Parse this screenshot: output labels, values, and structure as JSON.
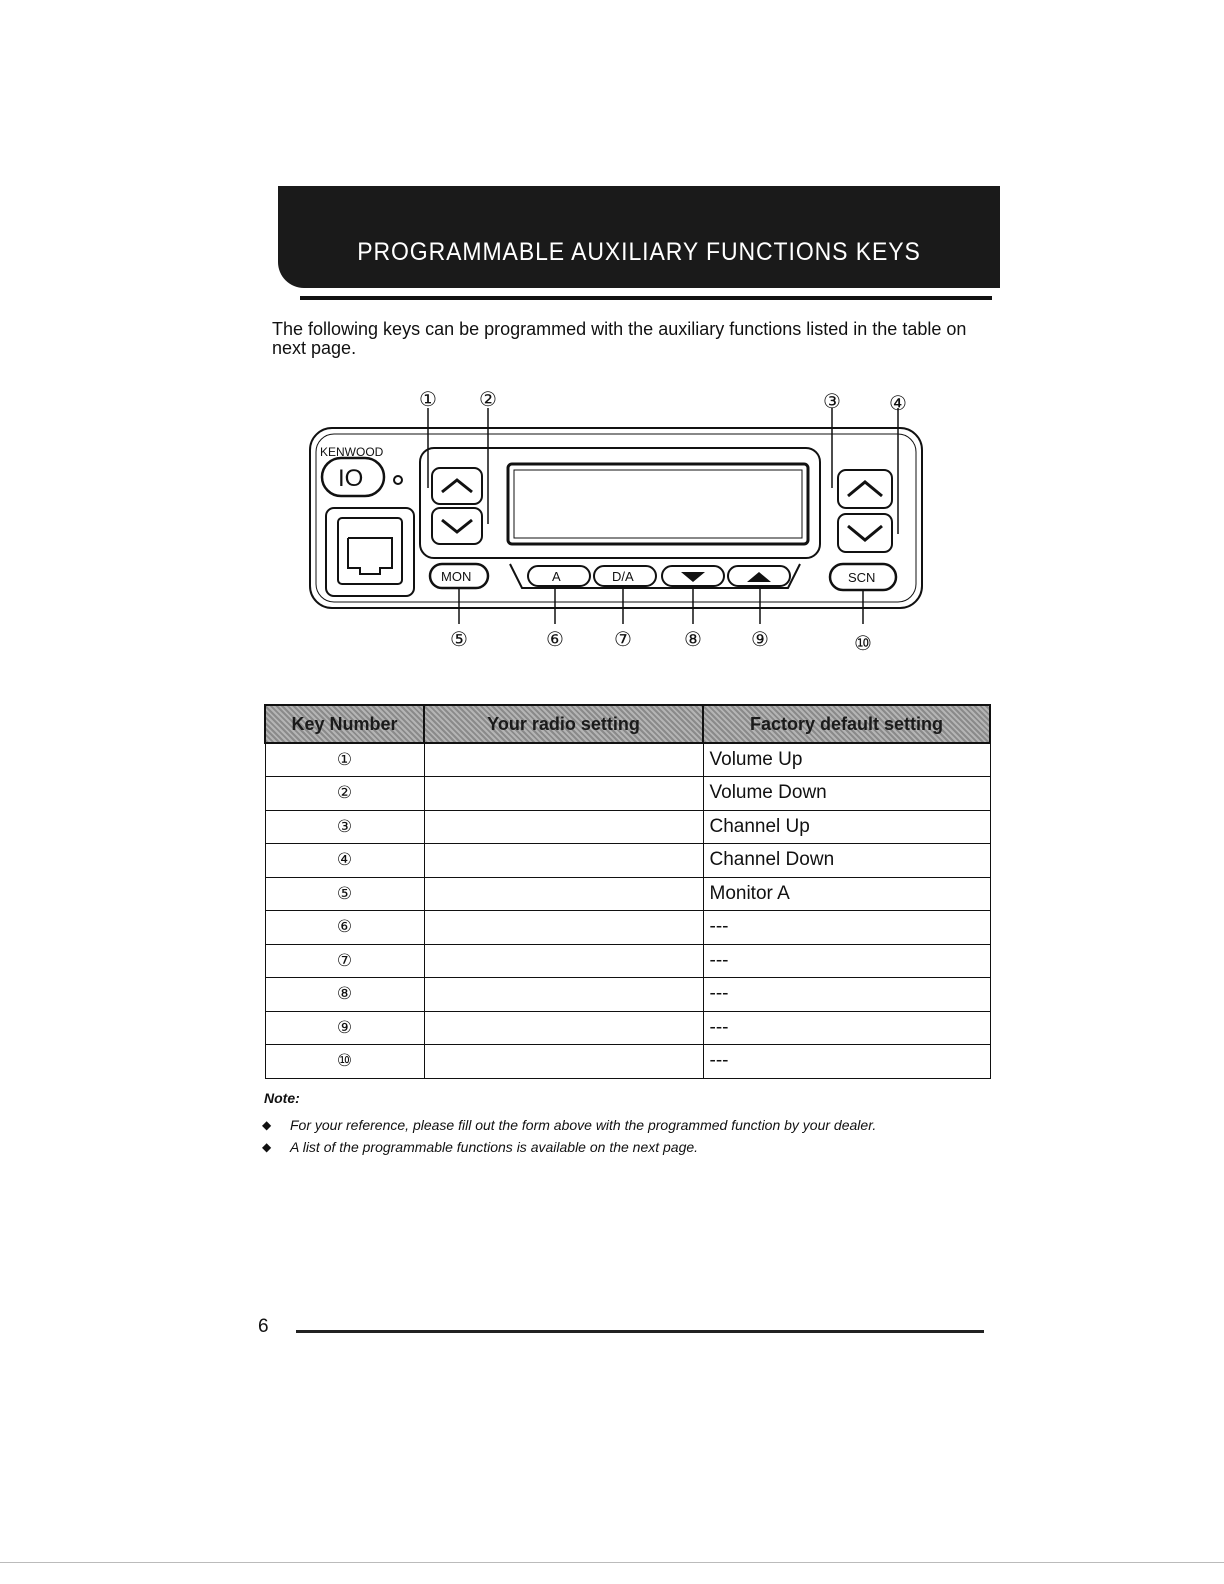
{
  "header": {
    "title": "PROGRAMMABLE AUXILIARY FUNCTIONS KEYS"
  },
  "intro": "The following keys can be programmed with the auxiliary functions listed in the table on next page.",
  "radio": {
    "brand": "KENWOOD",
    "power_label": "IO",
    "keys": {
      "mon": "MON",
      "a": "A",
      "da": "D/A",
      "scn": "SCN"
    },
    "callouts": [
      "①",
      "②",
      "③",
      "④",
      "⑤",
      "⑥",
      "⑦",
      "⑧",
      "⑨",
      "⑩"
    ]
  },
  "table": {
    "headers": [
      "Key Number",
      "Your radio setting",
      "Factory default setting"
    ],
    "rows": [
      {
        "key": "①",
        "yours": "",
        "default": "Volume Up"
      },
      {
        "key": "②",
        "yours": "",
        "default": "Volume Down"
      },
      {
        "key": "③",
        "yours": "",
        "default": "Channel Up"
      },
      {
        "key": "④",
        "yours": "",
        "default": "Channel Down"
      },
      {
        "key": "⑤",
        "yours": "",
        "default": "Monitor A"
      },
      {
        "key": "⑥",
        "yours": "",
        "default": "---"
      },
      {
        "key": "⑦",
        "yours": "",
        "default": "---"
      },
      {
        "key": "⑧",
        "yours": "",
        "default": "---"
      },
      {
        "key": "⑨",
        "yours": "",
        "default": "---"
      },
      {
        "key": "⑩",
        "yours": "",
        "default": "---"
      }
    ]
  },
  "note": {
    "label": "Note:",
    "items": [
      "For your reference, please fill out the form above with the programmed function by your dealer.",
      "A list of the programmable functions is available on the next page."
    ]
  },
  "page_number": "6"
}
